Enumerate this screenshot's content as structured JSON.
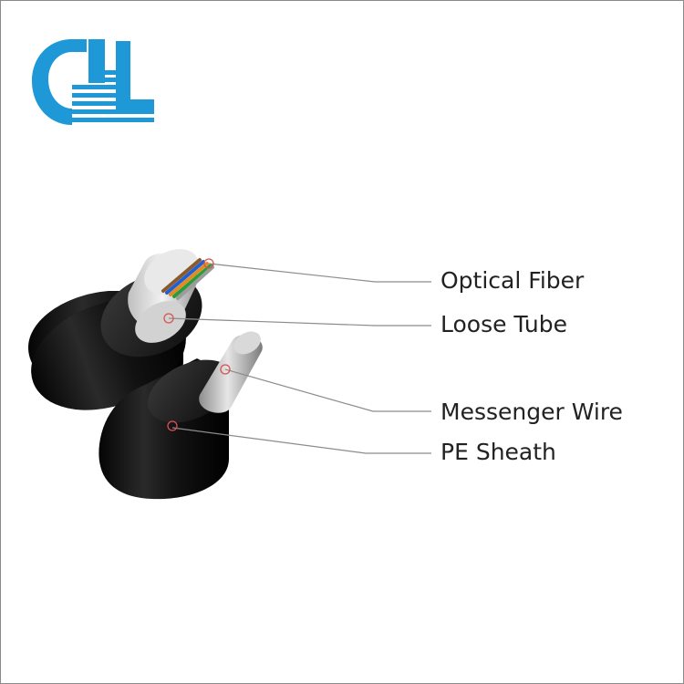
{
  "colors": {
    "logo_blue": "#1E98D6",
    "sheath_black": "#111111",
    "leader_line": "#8C8C8C",
    "marker_red": "#D9534F",
    "text": "#222222"
  },
  "labels": {
    "optical_fiber": "Optical Fiber",
    "loose_tube": "Loose Tube",
    "messenger_wire": "Messenger Wire",
    "pe_sheath": "PE Sheath"
  },
  "logo": {
    "icon": "company-logo-icon"
  }
}
